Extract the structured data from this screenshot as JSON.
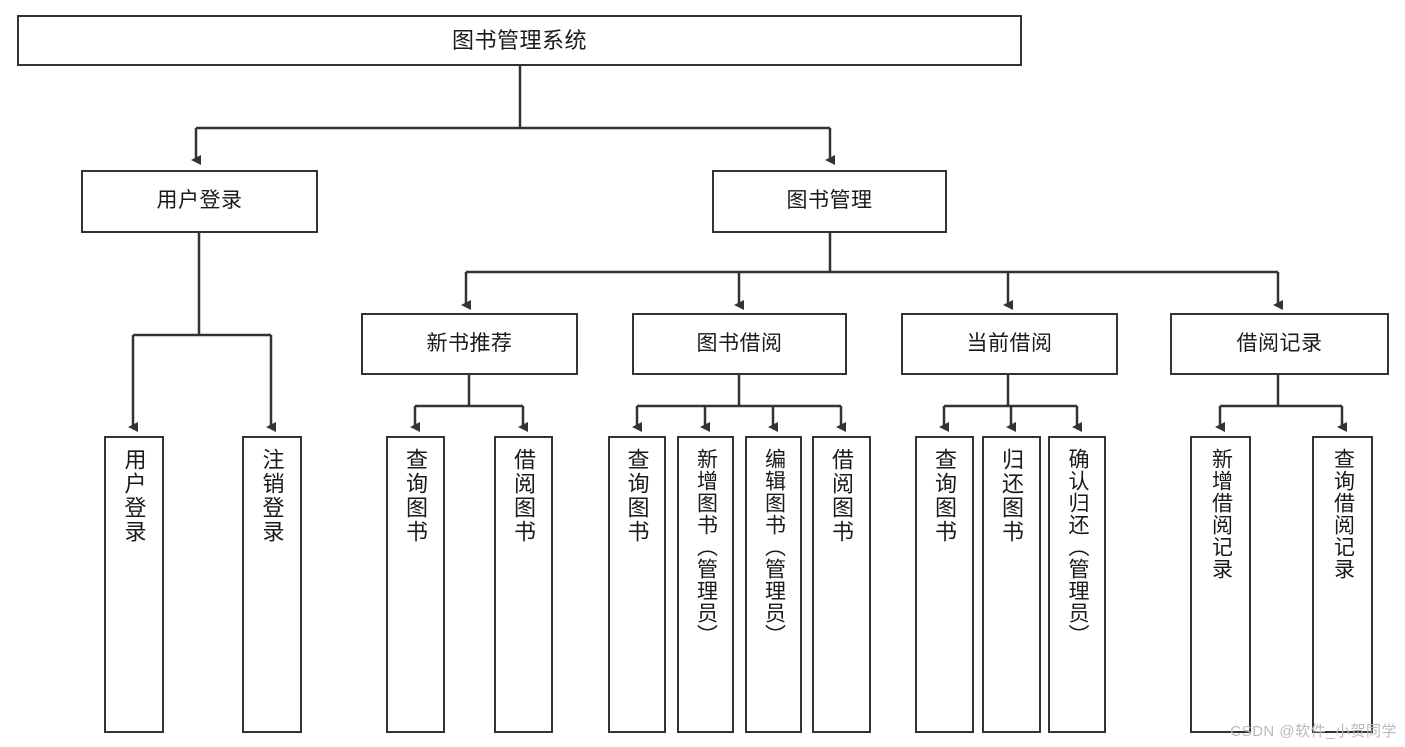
{
  "diagram": {
    "title": "图书管理系统",
    "type": "tree-hierarchy-chart",
    "line_color": "#333333",
    "box_fill": "#ffffff",
    "text_color": "#1a1a1a",
    "root": {
      "id": "root",
      "label": "图书管理系统",
      "orientation": "horizontal"
    },
    "level2": [
      {
        "id": "user-login",
        "label": "用户登录",
        "orientation": "horizontal"
      },
      {
        "id": "book-management",
        "label": "图书管理",
        "orientation": "horizontal"
      }
    ],
    "level3": [
      {
        "id": "new-book-recommend",
        "label": "新书推荐",
        "orientation": "horizontal",
        "parent": "book-management"
      },
      {
        "id": "book-borrow",
        "label": "图书借阅",
        "orientation": "horizontal",
        "parent": "book-management"
      },
      {
        "id": "current-borrow",
        "label": "当前借阅",
        "orientation": "horizontal",
        "parent": "book-management"
      },
      {
        "id": "borrow-record",
        "label": "借阅记录",
        "orientation": "horizontal",
        "parent": "book-management"
      }
    ],
    "leaves": [
      {
        "id": "leaf-user-login",
        "label": "用户登录",
        "parent": "user-login"
      },
      {
        "id": "leaf-user-logout",
        "label": "注销登录",
        "parent": "user-login"
      },
      {
        "id": "leaf-query-book-1",
        "label": "查询图书",
        "parent": "new-book-recommend"
      },
      {
        "id": "leaf-borrow-book-1",
        "label": "借阅图书",
        "parent": "new-book-recommend"
      },
      {
        "id": "leaf-query-book-2",
        "label": "查询图书",
        "parent": "book-borrow"
      },
      {
        "id": "leaf-add-book",
        "label": "新增图书（管理员）",
        "parent": "book-borrow"
      },
      {
        "id": "leaf-edit-book",
        "label": "编辑图书（管理员）",
        "parent": "book-borrow"
      },
      {
        "id": "leaf-borrow-book-2",
        "label": "借阅图书",
        "parent": "book-borrow"
      },
      {
        "id": "leaf-query-book-3",
        "label": "查询图书",
        "parent": "current-borrow"
      },
      {
        "id": "leaf-return-book",
        "label": "归还图书",
        "parent": "current-borrow"
      },
      {
        "id": "leaf-confirm-return",
        "label": "确认归还（管理员）",
        "parent": "current-borrow"
      },
      {
        "id": "leaf-add-record",
        "label": "新增借阅记录",
        "parent": "borrow-record"
      },
      {
        "id": "leaf-query-record",
        "label": "查询借阅记录",
        "parent": "borrow-record"
      }
    ],
    "watermark": "CSDN @软件_小贺同学"
  }
}
